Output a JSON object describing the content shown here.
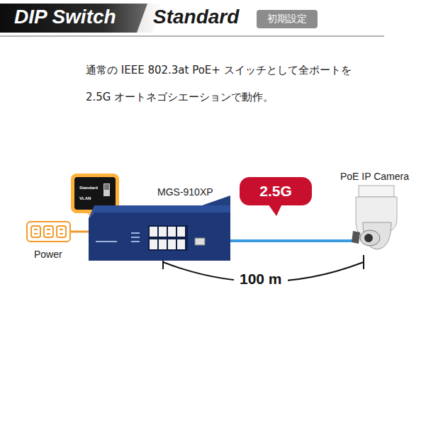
{
  "diagram": {
    "title": "DIP Switch",
    "nodes": [
      {
        "text": [
          "初期設定"
        ]
      },
      {
        "text": [
          "Standard",
          "VLAN"
        ]
      },
      {
        "text": [
          "2.5G"
        ]
      },
      {
        "text": [
          "MGS-910XP"
        ]
      },
      {
        "text": [
          "PoE IP Camera"
        ]
      },
      {
        "text": [
          "Power"
        ]
      }
    ],
    "edges": [
      {
        "from": 5,
        "to": 3,
        "arrow": "none"
      },
      {
        "from": 3,
        "to": 4,
        "arrow": "none"
      }
    ],
    "labels": [
      "Standard",
      "通常の IEEE 802.3at PoE+ スイッチとして全ポートを 2.5G オートネゴシエーションで動作。",
      "100 m"
    ]
  }
}
